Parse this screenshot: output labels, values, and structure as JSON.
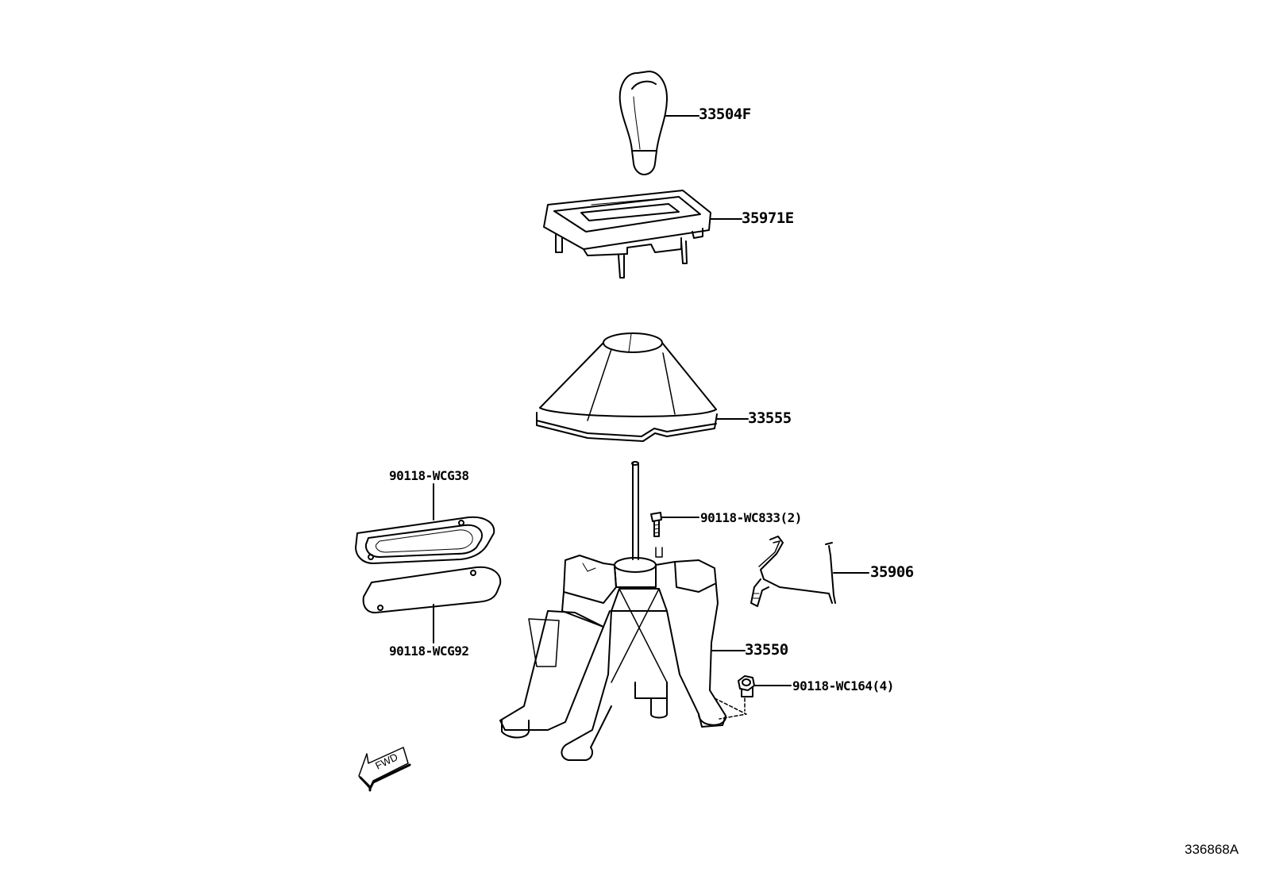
{
  "callouts": {
    "knob": "33504F",
    "bezel": "35971E",
    "boot": "33555",
    "screw_top": "90118-WCG38",
    "screw_bottom": "90118-WCG92",
    "bolt": "90118-WC833(2)",
    "wire": "35906",
    "lever_assy": "33550",
    "nut": "90118-WC164(4)"
  },
  "direction_marker": "FWD",
  "diagram_id": "336868A"
}
